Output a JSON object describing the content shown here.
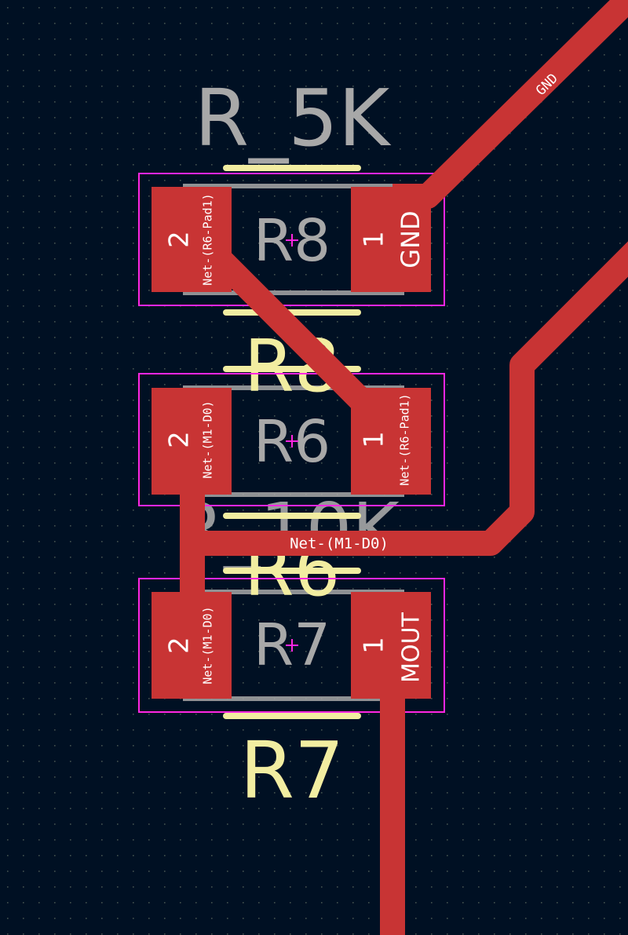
{
  "colors": {
    "background": "#001023",
    "grid_dot": "#7a8670",
    "copper": "#c83434",
    "silkscreen": "#f2eda1",
    "fab_text": "#a8a8a8",
    "courtyard": "#ff26e2",
    "pad_text": "#ffffff"
  },
  "values": {
    "r8_value": "R_5K",
    "r7_value_partial": "R_10K"
  },
  "references": {
    "r8_silk": "R8",
    "r6_silk": "R6",
    "r7_silk": "R7",
    "r8_fab": "R8",
    "r6_fab": "R6",
    "r7_fab": "R7"
  },
  "pads": {
    "r8_pad2_number": "2",
    "r8_pad2_net": "Net-(R6-Pad1)",
    "r8_pad1_number": "1",
    "r8_pad1_net": "GND",
    "r6_pad2_number": "2",
    "r6_pad2_net": "Net-(M1-D0)",
    "r6_pad1_number": "1",
    "r6_pad1_net": "Net-(R6-Pad1)",
    "r7_pad2_number": "2",
    "r7_pad2_net": "Net-(M1-D0)",
    "r7_pad1_number": "1",
    "r7_pad1_net": "MOUT"
  },
  "traces": {
    "gnd_label": "GND",
    "m1_d0_label": "Net-(M1-D0)"
  }
}
